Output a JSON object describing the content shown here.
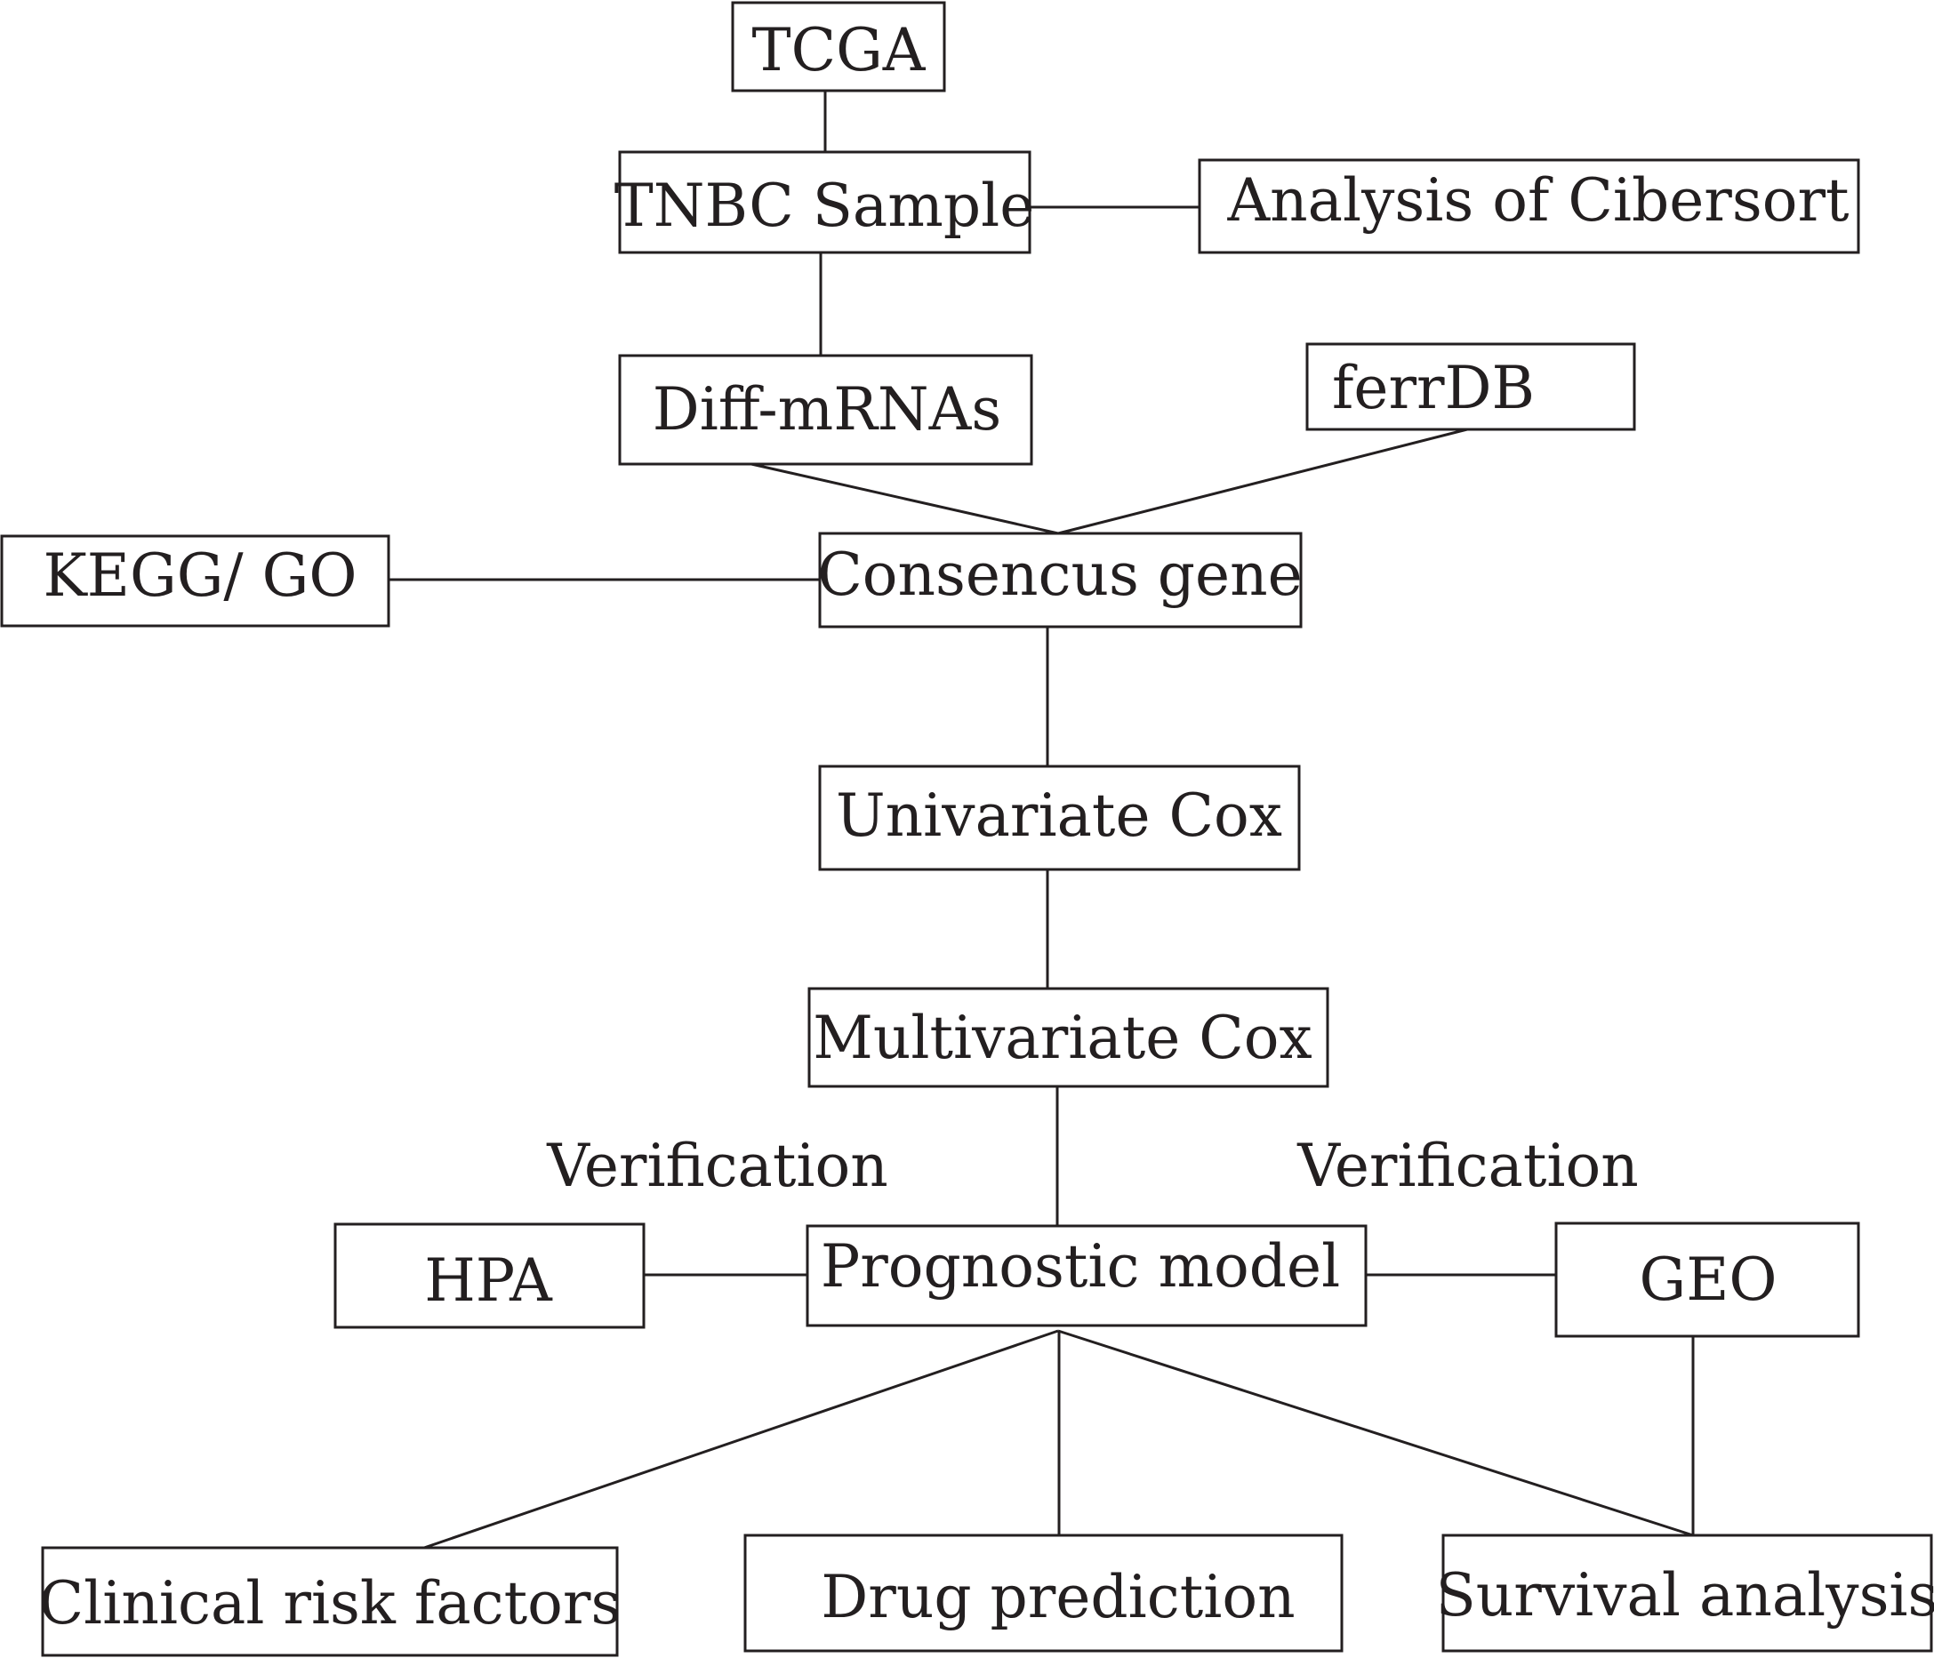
{
  "diagram": {
    "nodes": {
      "tcga": "TCGA",
      "tnbc_sample": "TNBC Sample",
      "cibersort": "Analysis of Cibersort",
      "diff_mrnas": "Diff-mRNAs",
      "ferrdb": "ferrDB",
      "kegg_go": "KEGG/ GO",
      "consensus_gene": "Consencus gene",
      "univariate_cox": "Univariate Cox",
      "multivariate_cox": "Multivariate Cox",
      "hpa": "HPA",
      "prognostic_model": "Prognostic model",
      "geo": "GEO",
      "clinical_risk": "Clinical risk factors",
      "drug_prediction": "Drug prediction",
      "survival_analysis": "Survival analysis"
    },
    "edge_labels": {
      "verification_left": "Verification",
      "verification_right": "Verification"
    },
    "edges": [
      [
        "tcga",
        "tnbc_sample"
      ],
      [
        "tnbc_sample",
        "cibersort"
      ],
      [
        "tnbc_sample",
        "diff_mrnas"
      ],
      [
        "diff_mrnas",
        "consensus_gene"
      ],
      [
        "ferrdb",
        "consensus_gene"
      ],
      [
        "kegg_go",
        "consensus_gene"
      ],
      [
        "consensus_gene",
        "univariate_cox"
      ],
      [
        "univariate_cox",
        "multivariate_cox"
      ],
      [
        "multivariate_cox",
        "prognostic_model"
      ],
      [
        "hpa",
        "prognostic_model"
      ],
      [
        "prognostic_model",
        "geo"
      ],
      [
        "prognostic_model",
        "clinical_risk"
      ],
      [
        "prognostic_model",
        "drug_prediction"
      ],
      [
        "prognostic_model",
        "survival_analysis"
      ],
      [
        "geo",
        "survival_analysis"
      ]
    ]
  }
}
